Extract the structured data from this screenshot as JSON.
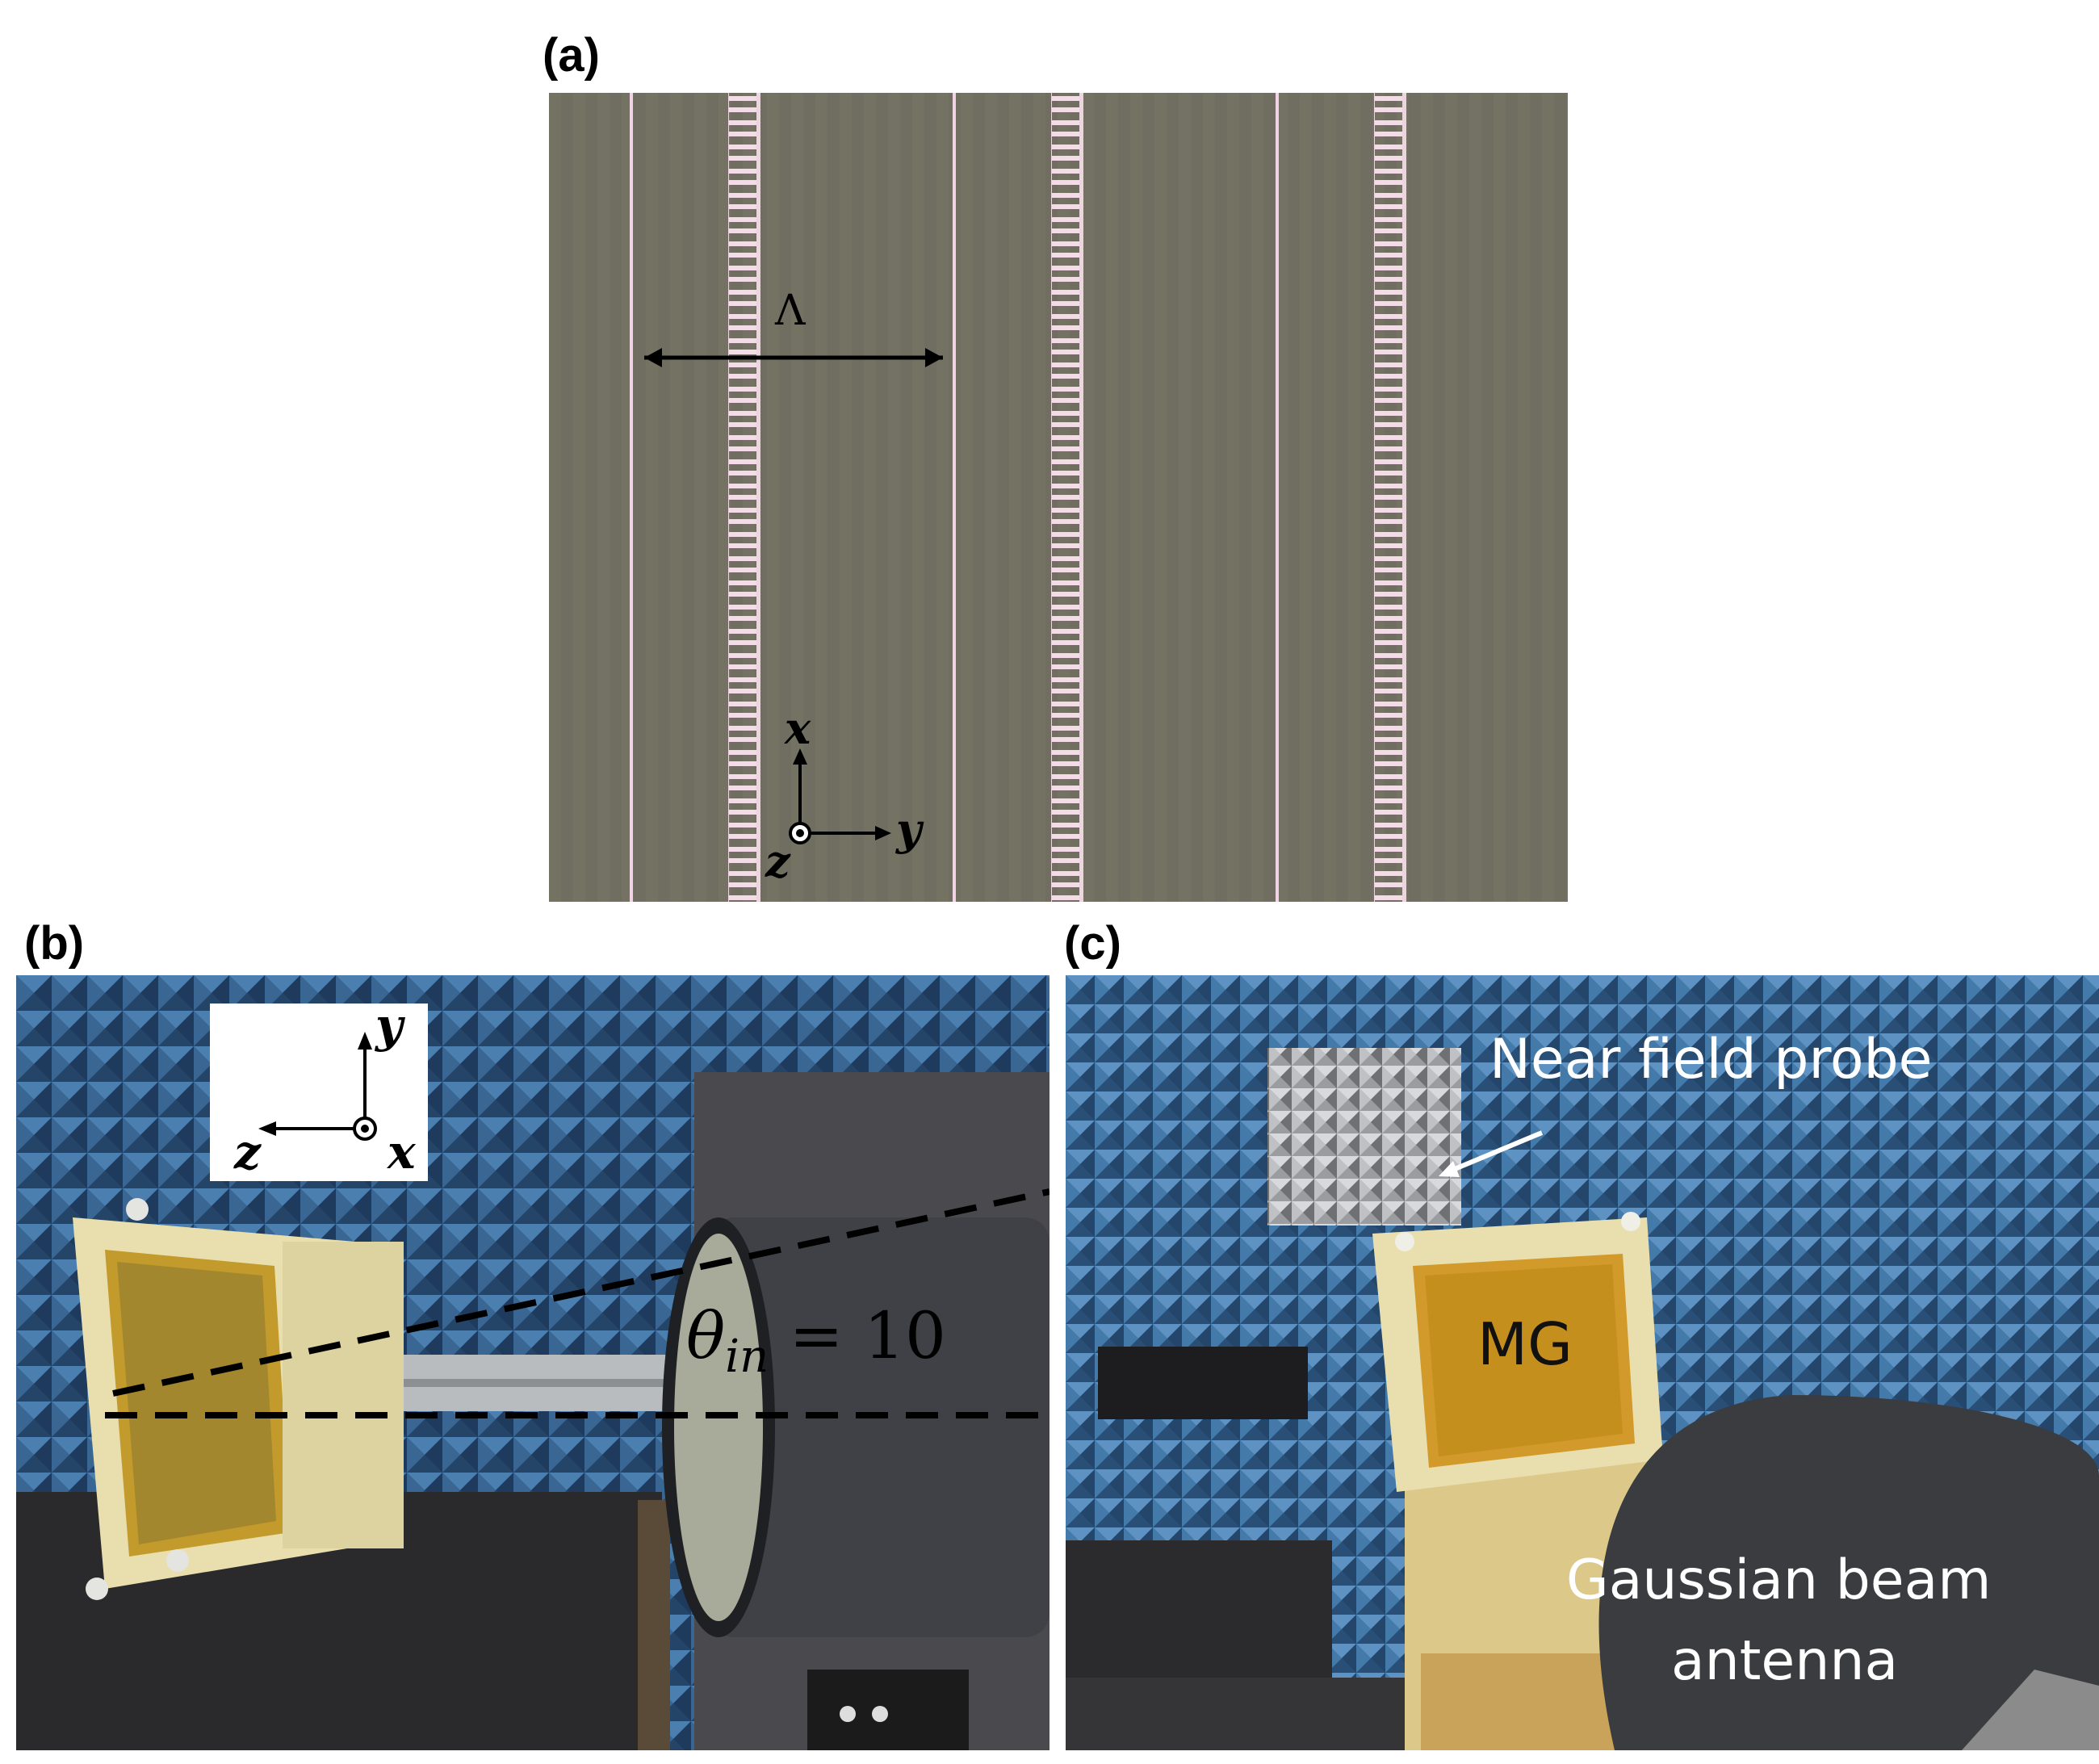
{
  "labels": {
    "a": "(a)",
    "b": "(b)",
    "c": "(c)"
  },
  "panel_a": {
    "period_symbol": "Λ",
    "axis_x": "x",
    "axis_y": "y",
    "axis_z": "z"
  },
  "panel_b": {
    "axis_y": "y",
    "axis_z": "z",
    "axis_x": "x",
    "angle_theta": "θ",
    "angle_sub": "in",
    "angle_value": "= 10"
  },
  "panel_c": {
    "probe_label": "Near field probe",
    "mg_label": "MG",
    "antenna_line1": "Gaussian beam",
    "antenna_line2": "antenna"
  },
  "colors": {
    "substrate": "#6f6e60",
    "metal_lines": "#f3dce8",
    "absorber_blue": "#2f5880",
    "frame_yellow": "#e9dfae",
    "antenna_grey": "#3d3f44"
  },
  "icons": [
    "arrow-icon",
    "axis-origin-icon"
  ]
}
